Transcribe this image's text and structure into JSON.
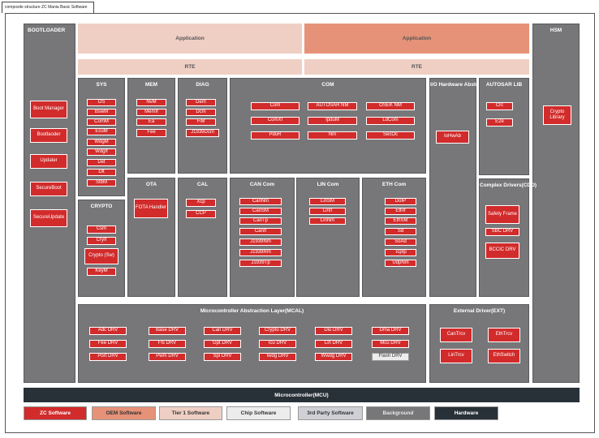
{
  "window_tab": "composite structure ZC Mania Basic Software",
  "panels": {
    "bootloader": "BOOTLOADER",
    "hsm": "HSM",
    "sys": "SYS",
    "mem": "MEM",
    "diag": "DIAG",
    "com": "COM",
    "io": "I/O Hardware Abstraction",
    "autosar_lib": "AUTOSAR LIB",
    "crypto": "CRYPTO",
    "ota": "OTA",
    "cal": "CAL",
    "can_com": "CAN Com",
    "lin_com": "LIN Com",
    "eth_com": "ETH Com",
    "cdd": "Complex Drivers(CDD)",
    "mcal": "Microcontroller Abstraction Layer(MCAL)",
    "ext": "External Driver(EXT)"
  },
  "top": {
    "app_left": "Application",
    "app_right": "Application",
    "rte_left": "RTE",
    "rte_right": "RTE",
    "mcu": "Microcontroller(MCU)"
  },
  "boxes": {
    "bootloader": [
      "Boot Manager",
      "Bootlaoder",
      "Updater",
      "SecureBoot",
      "SecureUpdate"
    ],
    "hsm": [
      "Crypto Library"
    ],
    "sys": [
      "OS",
      "BswM",
      "ComM",
      "EcuM",
      "WdgM",
      "WdgIf",
      "Det",
      "Dlt",
      "StbM"
    ],
    "mem": [
      "NvM",
      "MemIf",
      "Ea",
      "Fee"
    ],
    "diag": [
      "Dem",
      "Dcm",
      "FiM",
      "J1939Dcm"
    ],
    "com": [
      "Com",
      "AUTOSAR NM",
      "OSEK NM",
      "ComXf",
      "IpduM",
      "LdCom",
      "PduR",
      "Nm",
      "SecOc"
    ],
    "io": [
      "IoHwAb"
    ],
    "autosar_lib": [
      "Crc",
      "E2e"
    ],
    "crypto": [
      "Csm",
      "CryIf",
      "Crypto (Sw)",
      "KeyM"
    ],
    "ota": [
      "FOTA Handler"
    ],
    "cal": [
      "Xcp",
      "CCP"
    ],
    "can_com": [
      "CanNm",
      "CanSM",
      "CanTp",
      "CanIf",
      "J1939Nm",
      "J1939Rm",
      "J1939Tp"
    ],
    "lin_com": [
      "LinSM",
      "LinIf",
      "LinNm"
    ],
    "eth_com": [
      "DoIP",
      "EthIf",
      "EthSM",
      "Sd",
      "SoAd",
      "TcpIp",
      "UdpNm"
    ],
    "cdd": [
      "Safety Frame",
      "SBC DRV",
      "BCCIC DRV"
    ],
    "mcal": [
      "Adc DRV",
      "Base DRV",
      "Can DRV",
      "Crypto DRV",
      "Dio DRV",
      "Dma DRV",
      "Fee DRV",
      "Fls DRV",
      "Gpt DRV",
      "Icu DRV",
      "Lin DRV",
      "Mcu DRV",
      "Port DRV",
      "Pwm DRV",
      "Spi DRV",
      "Iwdg DRV",
      "Wwdg DRV",
      "Flash DRV"
    ],
    "ext": [
      "CanTrcv",
      "EthTrcv",
      "LinTrcv",
      "EthSwitch"
    ]
  },
  "legend": [
    {
      "label": "ZC Software",
      "color": "#d22b2b",
      "text_color": "#ffffff"
    },
    {
      "label": "OEM Software",
      "color": "#e59278",
      "text_color": "#333333"
    },
    {
      "label": "Tier 1 Software",
      "color": "#efcfc4",
      "text_color": "#333333"
    },
    {
      "label": "Chip Software",
      "color": "#ececec",
      "text_color": "#333333"
    },
    {
      "label": "3rd Party Software",
      "color": "#cfcfd6",
      "text_color": "#333333"
    },
    {
      "label": "Background",
      "color": "#77777a",
      "text_color": "#e8e8e8"
    },
    {
      "label": "Hardware",
      "color": "#283038",
      "text_color": "#ffffff"
    }
  ],
  "colors": {
    "zc": "#d22b2b",
    "oem": "#e59278",
    "tier1": "#efcfc4",
    "chip": "#ececec",
    "third_party": "#cfcfd6",
    "background": "#77777a",
    "hardware": "#283038"
  }
}
